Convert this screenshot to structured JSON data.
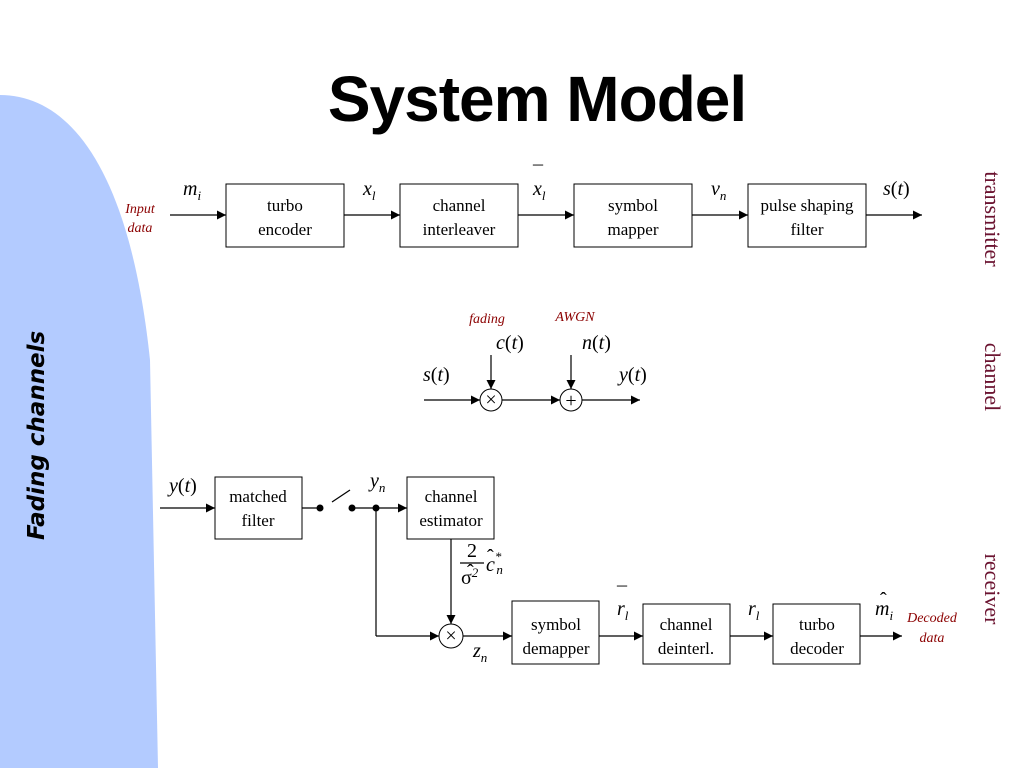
{
  "slide": {
    "title": "System Model",
    "side_title": "Fading channels",
    "colors": {
      "side_band": "#b3cbff",
      "annotation": "#8b0000",
      "section_label": "#6b1330"
    }
  },
  "sections": {
    "transmitter": "transmitter",
    "channel": "channel",
    "receiver": "receiver"
  },
  "transmitter": {
    "input_label": [
      "Input",
      "data"
    ],
    "blocks": {
      "turbo_encoder": [
        "turbo",
        "encoder"
      ],
      "channel_interleaver": [
        "channel",
        "interleaver"
      ],
      "symbol_mapper": [
        "symbol",
        "mapper"
      ],
      "pulse_shaping_filter": [
        "pulse shaping",
        "filter"
      ]
    },
    "signals": {
      "m": {
        "base": "m",
        "sub": "i"
      },
      "x": {
        "base": "x",
        "sub": "l"
      },
      "xbar": {
        "base": "x",
        "sub": "l",
        "accent": "¯"
      },
      "v": {
        "base": "v",
        "sub": "n"
      },
      "s": {
        "f": "s",
        "open": "(",
        "t": "t",
        "close": ")"
      }
    }
  },
  "channel": {
    "fading_label": "fading",
    "awgn_label": "AWGN",
    "c": {
      "f": "c",
      "open": "(",
      "t": "t",
      "close": ")"
    },
    "n": {
      "f": "n",
      "open": "(",
      "t": "t",
      "close": ")"
    },
    "s": {
      "f": "s",
      "open": "(",
      "t": "t",
      "close": ")"
    },
    "y": {
      "f": "y",
      "open": "(",
      "t": "t",
      "close": ")"
    },
    "multiplier_symbol": "×",
    "adder_symbol": "+"
  },
  "receiver": {
    "blocks": {
      "matched_filter": [
        "matched",
        "filter"
      ],
      "channel_estimator": [
        "channel",
        "estimator"
      ],
      "symbol_demapper": [
        "symbol",
        "demapper"
      ],
      "channel_deinterleaver": [
        "channel",
        "deinterl."
      ],
      "turbo_decoder": [
        "turbo",
        "decoder"
      ]
    },
    "signals": {
      "y_in": {
        "f": "y",
        "open": "(",
        "t": "t",
        "close": ")"
      },
      "y": {
        "base": "y",
        "sub": "n"
      },
      "z": {
        "base": "z",
        "sub": "n"
      },
      "rbar": {
        "base": "r",
        "sub": "l",
        "accent": "¯"
      },
      "r": {
        "base": "r",
        "sub": "l"
      },
      "mhat": {
        "base": "m",
        "sub": "i",
        "accent": "ˆ"
      }
    },
    "scale_factor": {
      "numerator": "2",
      "denominator_base": "σ",
      "denominator_exp": "2",
      "sigma_hat": "ˆ",
      "c_base": "c",
      "c_hat": "ˆ",
      "c_sup": "*",
      "c_sub": "n"
    },
    "output_label": [
      "Decoded",
      "data"
    ],
    "multiplier_symbol": "×"
  }
}
